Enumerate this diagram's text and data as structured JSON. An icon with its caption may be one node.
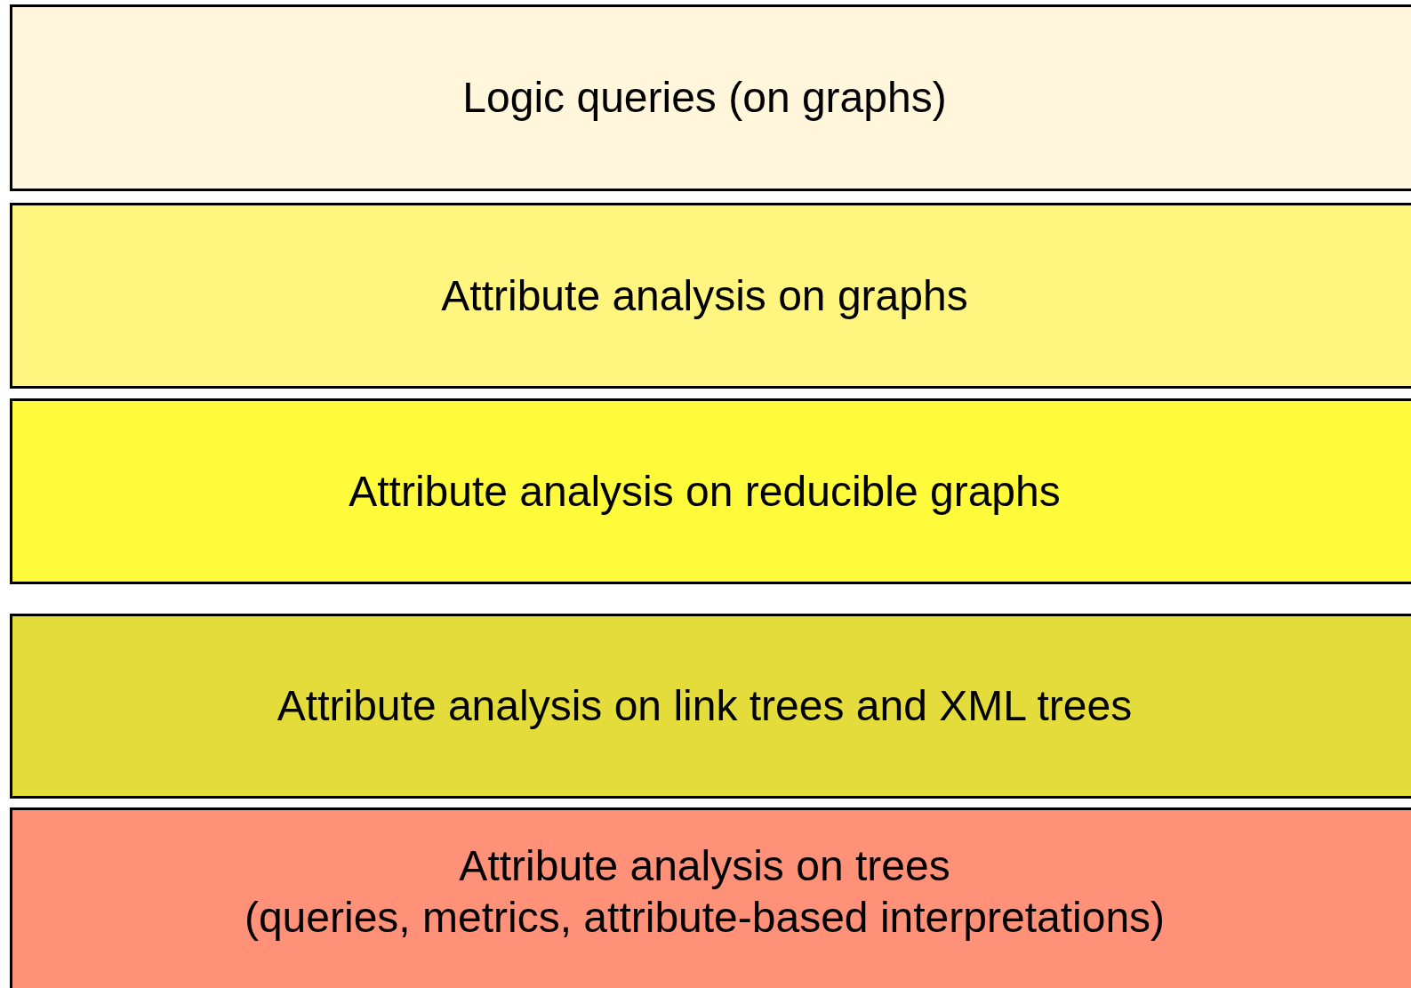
{
  "diagram": {
    "nodes": [
      {
        "text": [
          "Logic queries (on graphs)"
        ]
      },
      {
        "text": [
          "Attribute analysis on graphs"
        ]
      },
      {
        "text": [
          "Attribute analysis on reducible graphs"
        ]
      },
      {
        "text": [
          "Attribute analysis on link trees and XML trees"
        ]
      },
      {
        "text": [
          "Attribute analysis on trees",
          "(queries, metrics, attribute-based interpretations)"
        ]
      }
    ]
  }
}
